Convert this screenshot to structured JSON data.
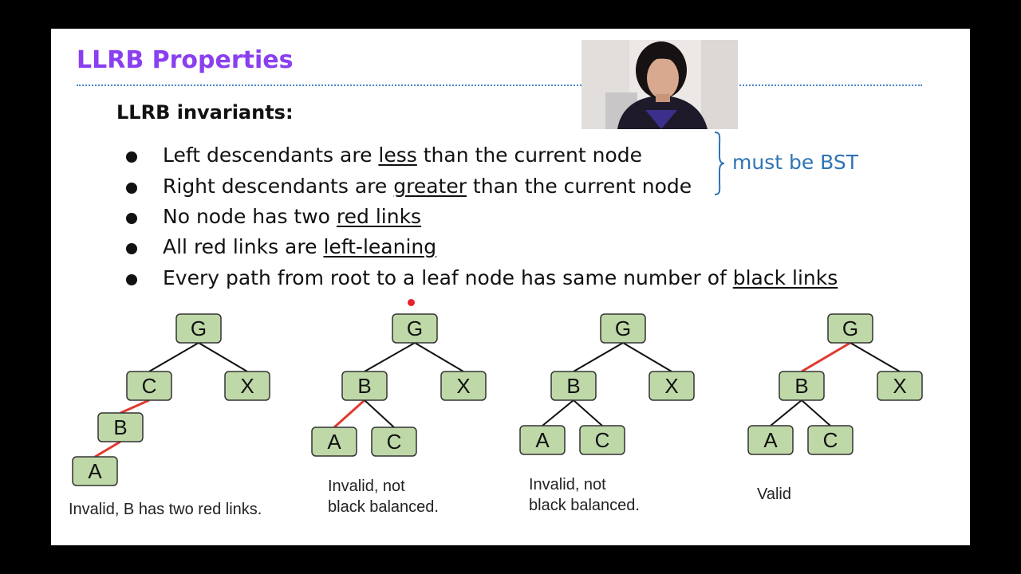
{
  "slide": {
    "title": "LLRB Properties",
    "subtitle": "LLRB invariants:",
    "bullets": [
      {
        "pre": "Left descendants are ",
        "u": "less",
        "post": " than the current node"
      },
      {
        "pre": "Right descendants are ",
        "u": "greater",
        "post": " than the current node"
      },
      {
        "pre": "No node has two ",
        "u": "red links",
        "post": ""
      },
      {
        "pre": "All red links are ",
        "u": "left-leaning",
        "post": ""
      },
      {
        "pre": "Every path from root to a leaf node has same number of ",
        "u": "black links",
        "post": ""
      }
    ],
    "brace_label": "must be BST"
  },
  "colors": {
    "title": "#8a3ff0",
    "brace": "#2e74b5",
    "node_fill": "#bfd8a8",
    "node_stroke": "#333333",
    "red_link": "#e03a2f",
    "black_link": "#111111"
  },
  "trees": [
    {
      "nodes": [
        "G",
        "C",
        "X",
        "B",
        "A"
      ],
      "edges": [
        [
          "G",
          "C",
          "black"
        ],
        [
          "G",
          "X",
          "black"
        ],
        [
          "C",
          "B",
          "red"
        ],
        [
          "B",
          "A",
          "red"
        ]
      ],
      "caption": [
        "Invalid, B has two red links."
      ]
    },
    {
      "nodes": [
        "G",
        "B",
        "X",
        "A",
        "C"
      ],
      "edges": [
        [
          "G",
          "B",
          "black"
        ],
        [
          "G",
          "X",
          "black"
        ],
        [
          "B",
          "A",
          "red"
        ],
        [
          "B",
          "C",
          "black"
        ]
      ],
      "caption": [
        "Invalid, not",
        "black balanced."
      ]
    },
    {
      "nodes": [
        "G",
        "B",
        "X",
        "A",
        "C"
      ],
      "edges": [
        [
          "G",
          "B",
          "black"
        ],
        [
          "G",
          "X",
          "black"
        ],
        [
          "B",
          "A",
          "black"
        ],
        [
          "B",
          "C",
          "black"
        ]
      ],
      "caption": [
        "Invalid, not",
        "black balanced."
      ]
    },
    {
      "nodes": [
        "G",
        "B",
        "X",
        "A",
        "C"
      ],
      "edges": [
        [
          "G",
          "B",
          "red"
        ],
        [
          "G",
          "X",
          "black"
        ],
        [
          "B",
          "A",
          "black"
        ],
        [
          "B",
          "C",
          "black"
        ]
      ],
      "caption": [
        "Valid"
      ]
    }
  ]
}
